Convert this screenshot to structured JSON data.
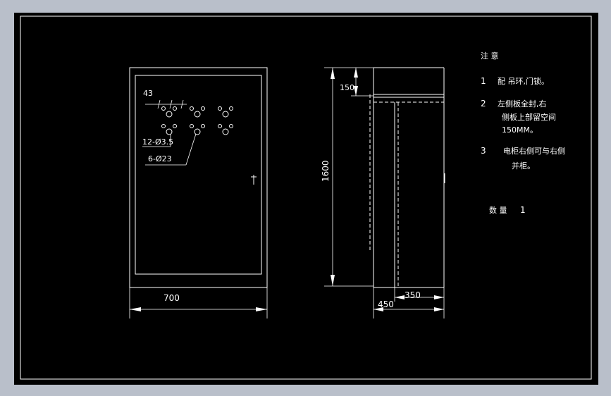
{
  "colors": {
    "window_bg": "#b9bfca",
    "canvas_bg": "#000000",
    "line": "#ffffff"
  },
  "front_view": {
    "width_dim": "700",
    "hole_spacing": "43",
    "hole_callout_1": "12-Ø3.5",
    "hole_callout_2": "6-Ø23"
  },
  "side_view": {
    "height_dim": "1600",
    "top_dim": "150",
    "depth_dim": "450",
    "inner_depth_dim": "350"
  },
  "notes": {
    "heading": "注 意",
    "items": [
      {
        "number": "1",
        "lines": [
          "配 吊环,门锁。"
        ]
      },
      {
        "number": "2",
        "lines": [
          "左侧板全封,右",
          "侧板上部留空间",
          "150MM。"
        ]
      },
      {
        "number": "3",
        "lines": [
          "电柜右侧可与右侧",
          "并柜。"
        ]
      }
    ],
    "quantity_label": "数 量",
    "quantity_value": "1"
  }
}
